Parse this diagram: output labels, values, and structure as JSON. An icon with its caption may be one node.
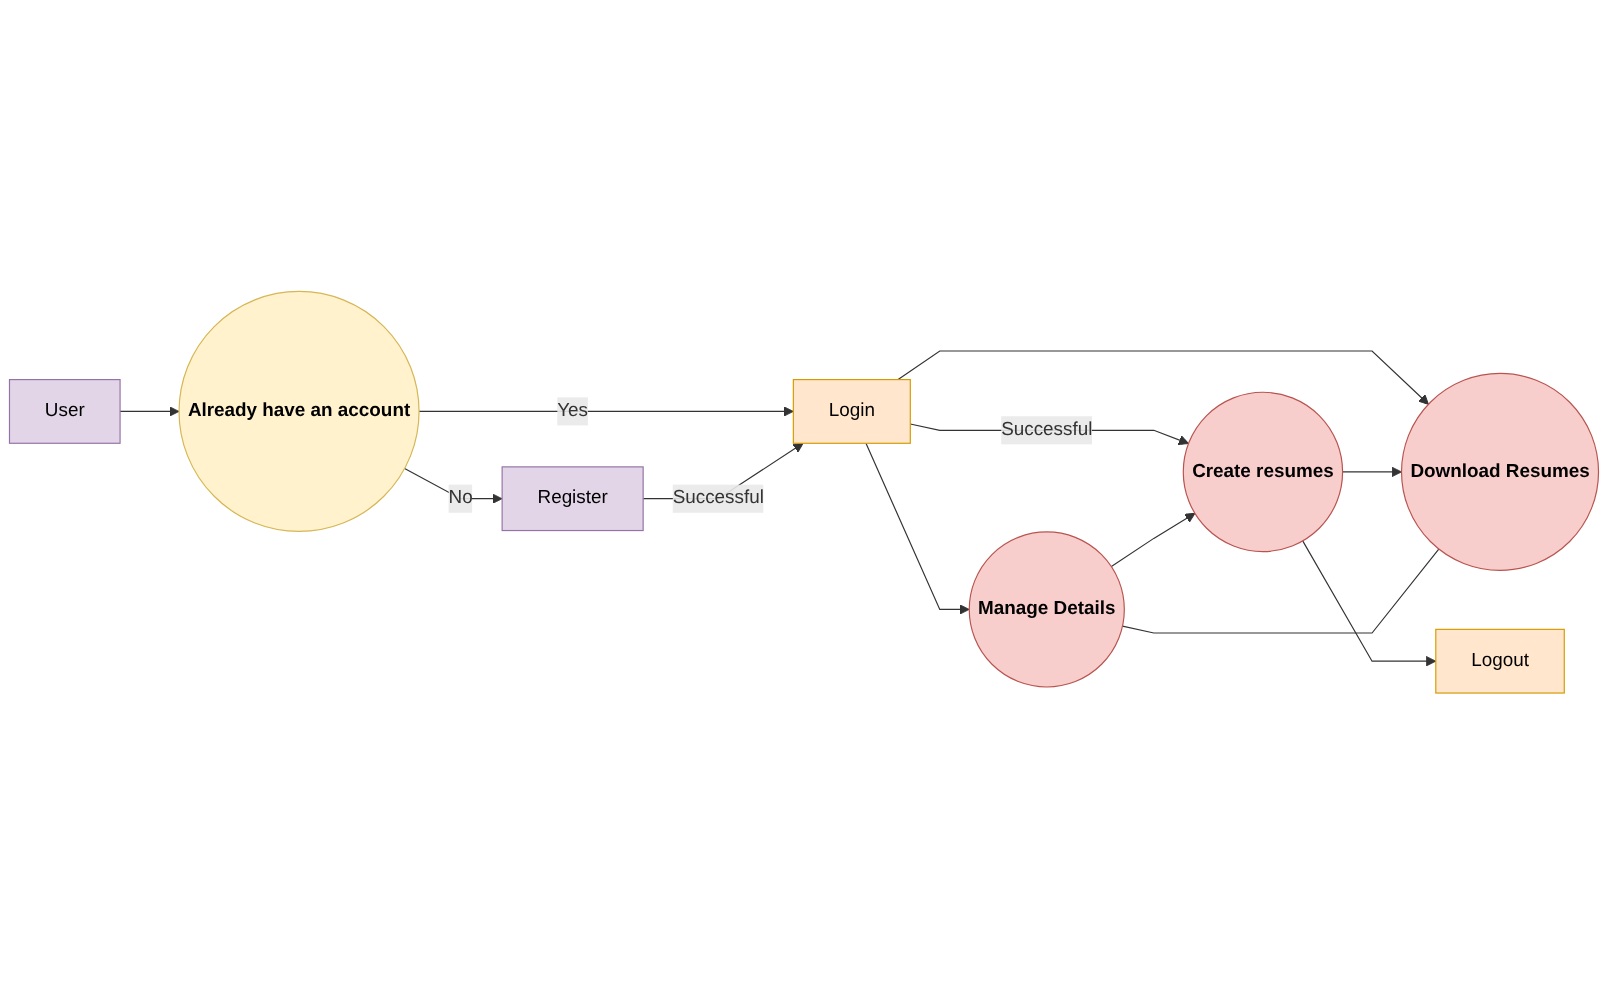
{
  "diagram": {
    "nodes": [
      {
        "text": [
          "User"
        ]
      },
      {
        "text": [
          "Already have an account"
        ]
      },
      {
        "text": [
          "Login"
        ]
      },
      {
        "text": [
          "Register"
        ]
      },
      {
        "text": [
          "Manage Details"
        ]
      },
      {
        "text": [
          "Create resumes"
        ]
      },
      {
        "text": [
          "Download Resumes"
        ]
      },
      {
        "text": [
          "Logout"
        ]
      }
    ],
    "edges": [
      {
        "from": 0,
        "to": 1,
        "arrow": "to"
      },
      {
        "from": 1,
        "to": 2,
        "arrow": "to",
        "label": "Yes"
      },
      {
        "from": 1,
        "to": 3,
        "arrow": "to",
        "label": "No"
      },
      {
        "from": 3,
        "to": 2,
        "arrow": "to",
        "label": "Successful"
      },
      {
        "from": 2,
        "to": 5,
        "arrow": "to",
        "label": "Successful"
      },
      {
        "from": 2,
        "to": 4,
        "arrow": "to"
      },
      {
        "from": 2,
        "to": 6,
        "arrow": "to"
      },
      {
        "from": 4,
        "to": 5,
        "arrow": "to"
      },
      {
        "from": 5,
        "to": 6,
        "arrow": "to"
      },
      {
        "from": 5,
        "to": 7,
        "arrow": "to"
      },
      {
        "from": 4,
        "to": 6,
        "arrow": "none"
      }
    ]
  }
}
